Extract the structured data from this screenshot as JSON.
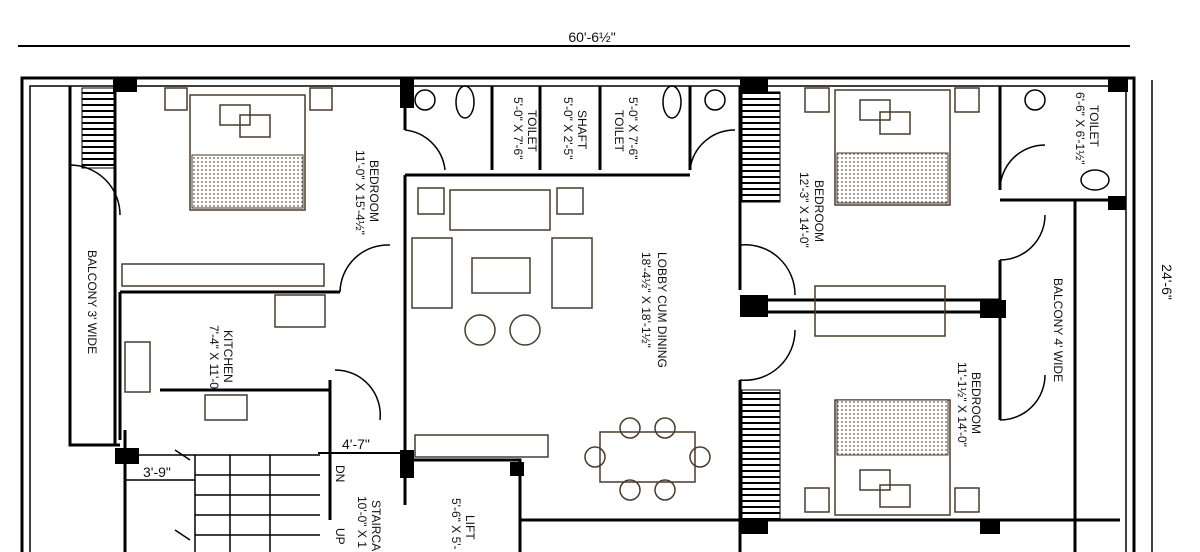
{
  "dimensions": {
    "overall_width": "60'-6½\"",
    "overall_depth": "24'-6\"",
    "stair_landing": "4'-7\"",
    "stair_width": "3'-9\"",
    "dn": "DN",
    "up": "UP"
  },
  "rooms": {
    "bedroom1": {
      "name": "BEDROOM",
      "size": "11'-0\" X 15'-4½\""
    },
    "toilet1": {
      "name": "TOILET",
      "size": "5'-0\" X 7'-6\""
    },
    "shaft": {
      "name": "SHAFT",
      "size": "5'-0\" X 2'-5\""
    },
    "toilet2": {
      "name": "TOILET",
      "size": "5'-0\" X 7'-6\""
    },
    "bedroom2": {
      "name": "BEDROOM",
      "size": "12'-3\" X 14'-0\""
    },
    "toilet3": {
      "name": "TOILET",
      "size": "6'-6\" X 6'-1½\""
    },
    "lobby": {
      "name": "LOBBY CUM DINING",
      "size": "18'-4½\" X 18'-1½\""
    },
    "balcony1": {
      "name": "BALCONY 3' WIDE"
    },
    "kitchen": {
      "name": "KITCHEN",
      "size": "7'-4\" X 11'-0"
    },
    "balcony2": {
      "name": "BALCONY 4' WIDE"
    },
    "bedroom3": {
      "name": "BEDROOM",
      "size": "11'-1½\" X 14'-0\""
    },
    "staircase": {
      "name": "STAIRCA",
      "size": "10'-0\" X 1"
    },
    "lift": {
      "name": "LIFT",
      "size": "5'-6\" X 5'-"
    }
  },
  "colors": {
    "walls": "#000000",
    "furniture": "#4a3a2a"
  }
}
